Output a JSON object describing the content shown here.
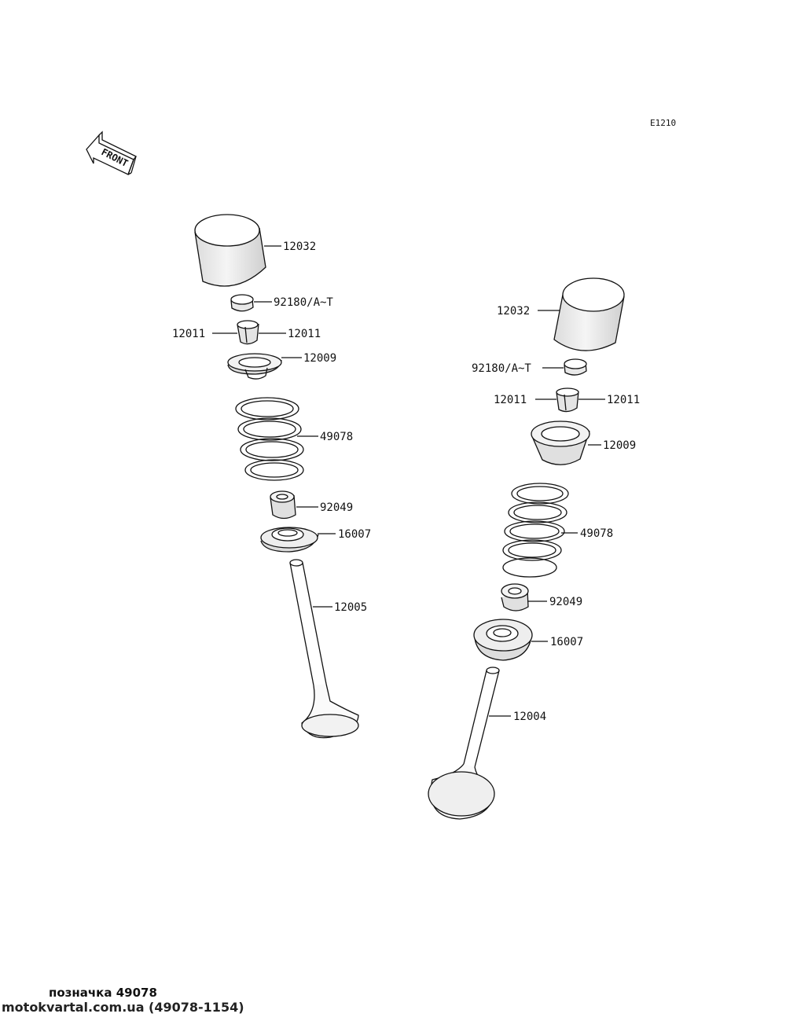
{
  "diagram": {
    "code": "E1210",
    "front_label": "FRONT",
    "left_assembly": {
      "tappet": "12032",
      "shim": "92180/A~T",
      "keeper_left": "12011",
      "keeper_right": "12011",
      "retainer": "12009",
      "spring": "49078",
      "seal": "92049",
      "seat": "16007",
      "valve": "12005"
    },
    "right_assembly": {
      "tappet": "12032",
      "shim": "92180/A~T",
      "keeper_left": "12011",
      "keeper_right": "12011",
      "retainer": "12009",
      "spring": "49078",
      "seal": "92049",
      "seat": "16007",
      "valve": "12004"
    }
  },
  "caption": {
    "line1": "позначка 49078",
    "line2": "motokvartal.com.ua (49078-1154)"
  }
}
